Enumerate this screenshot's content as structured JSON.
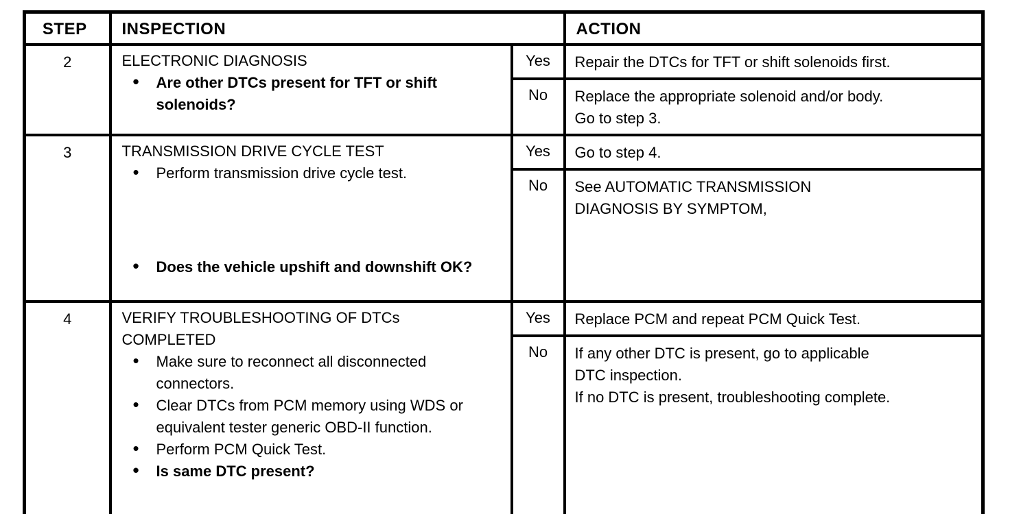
{
  "table": {
    "headers": {
      "step": "STEP",
      "inspection": "INSPECTION",
      "action": "ACTION"
    },
    "border_color": "#000000",
    "text_color": "#000000",
    "background_color": "#ffffff",
    "steps": [
      {
        "number": "2",
        "inspection": {
          "title_lines": [
            "ELECTRONIC DIAGNOSIS"
          ],
          "bullets": [
            "Are other DTCs present for TFT or shift solenoids?"
          ]
        },
        "yes": {
          "label": "Yes",
          "lines": [
            "Repair the DTCs for TFT or shift solenoids first."
          ]
        },
        "no": {
          "label": "No",
          "lines": [
            "Replace the appropriate solenoid and/or body.",
            "Go to step 3."
          ]
        }
      },
      {
        "number": "3",
        "inspection": {
          "title_lines": [
            "TRANSMISSION DRIVE CYCLE TEST"
          ],
          "bullets": [
            "Perform transmission drive cycle test.",
            "Does the vehicle upshift and downshift OK?"
          ]
        },
        "yes": {
          "label": "Yes",
          "lines": [
            "Go to step 4."
          ]
        },
        "no": {
          "label": "No",
          "lines": [
            "See AUTOMATIC TRANSMISSION",
            "DIAGNOSIS BY SYMPTOM,"
          ]
        }
      },
      {
        "number": "4",
        "inspection": {
          "title_lines": [
            "VERIFY TROUBLESHOOTING OF DTCs",
            "COMPLETED"
          ],
          "bullets": [
            "Make sure to reconnect all disconnected connectors.",
            "Clear DTCs from PCM memory using WDS or equivalent tester generic OBD-II function.",
            "Perform PCM Quick Test.",
            "Is same DTC present?"
          ]
        },
        "yes": {
          "label": "Yes",
          "lines": [
            "Replace PCM and repeat PCM Quick Test."
          ]
        },
        "no": {
          "label": "No",
          "lines": [
            "If any other DTC is present, go to applicable",
            "DTC inspection.",
            "If no DTC is present, troubleshooting complete."
          ]
        }
      }
    ]
  }
}
